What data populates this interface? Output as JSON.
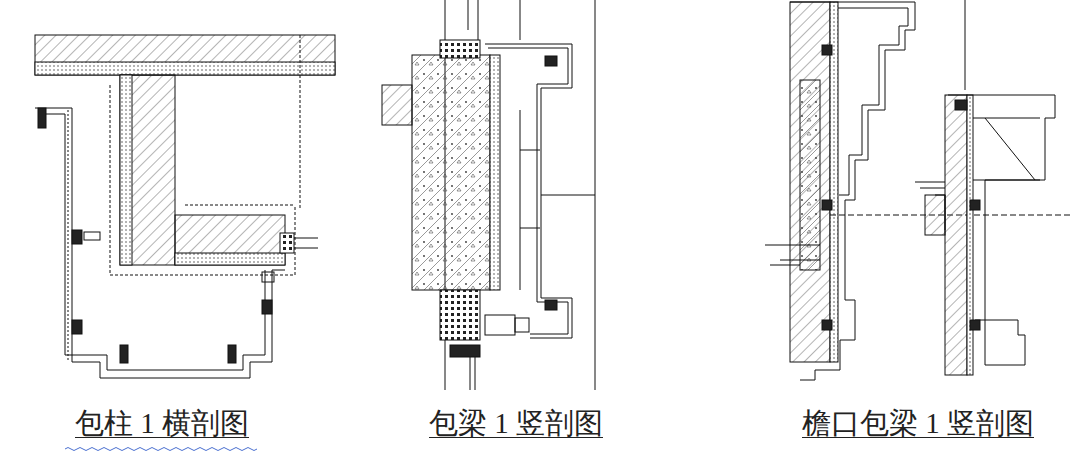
{
  "diagram": {
    "labels": [
      "包柱 1 横剖图",
      "包梁 1 竖剖图",
      "檐口包梁 1 竖剖图"
    ]
  }
}
